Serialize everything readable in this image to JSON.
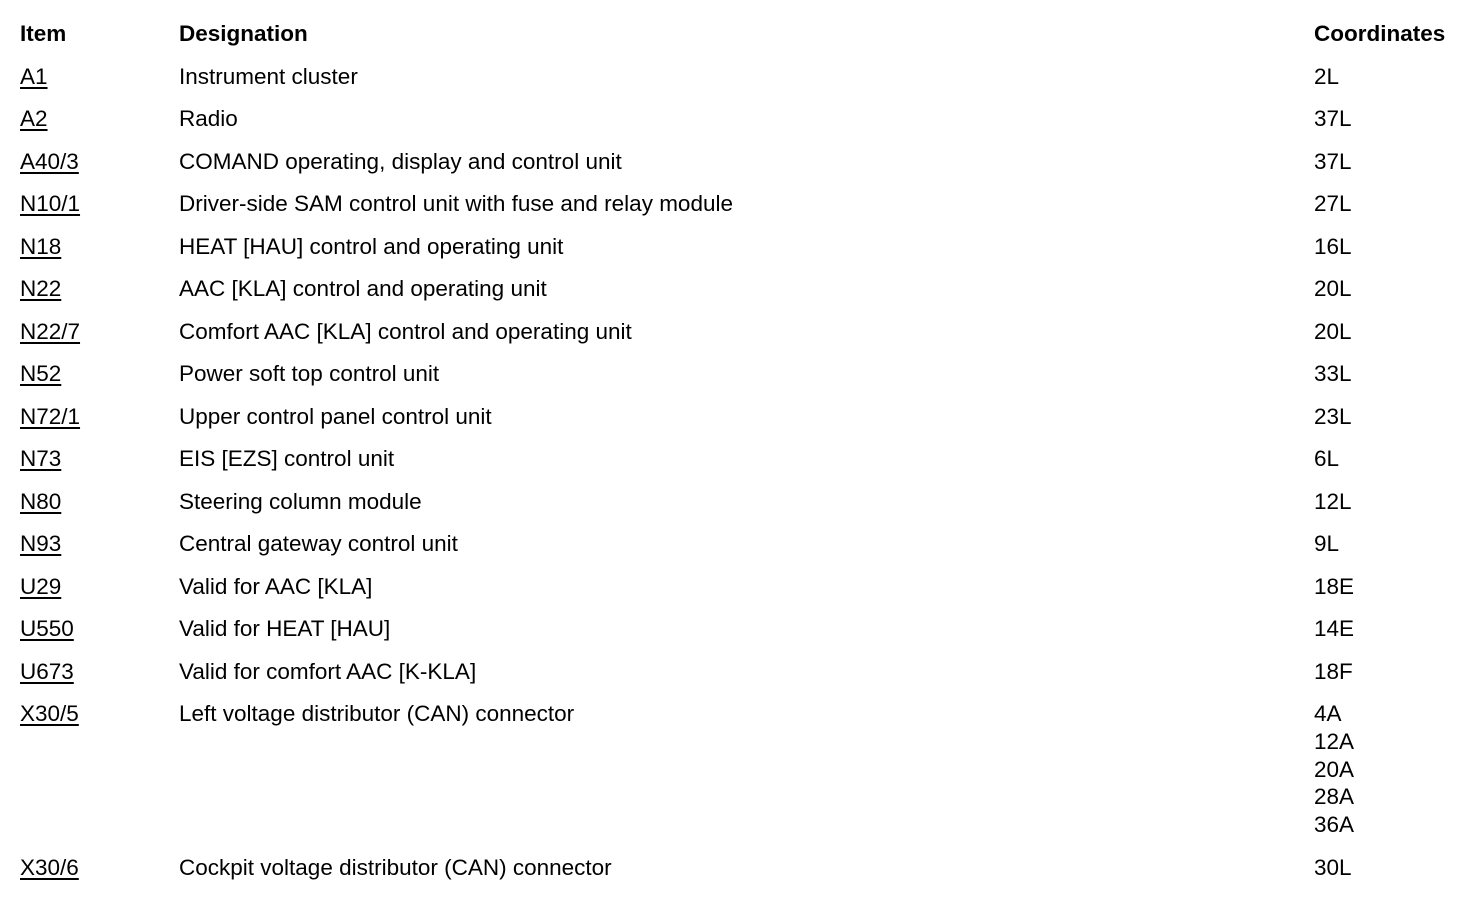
{
  "headers": {
    "item": "Item",
    "designation": "Designation",
    "coordinates": "Coordinates"
  },
  "rows": [
    {
      "item": "A1",
      "designation": "Instrument cluster",
      "coordinates": [
        "2L"
      ]
    },
    {
      "item": "A2",
      "designation": "Radio",
      "coordinates": [
        "37L"
      ]
    },
    {
      "item": "A40/3",
      "designation": "COMAND operating, display and control unit",
      "coordinates": [
        "37L"
      ]
    },
    {
      "item": "N10/1",
      "designation": "Driver-side SAM control unit with fuse and relay module",
      "coordinates": [
        "27L"
      ]
    },
    {
      "item": "N18",
      "designation": "HEAT [HAU] control and operating unit",
      "coordinates": [
        "16L"
      ]
    },
    {
      "item": "N22",
      "designation": "AAC [KLA] control and operating unit",
      "coordinates": [
        "20L"
      ]
    },
    {
      "item": "N22/7",
      "designation": "Comfort AAC [KLA] control and operating unit",
      "coordinates": [
        "20L"
      ]
    },
    {
      "item": "N52",
      "designation": "Power soft top control unit",
      "coordinates": [
        "33L"
      ]
    },
    {
      "item": "N72/1",
      "designation": "Upper control panel control unit",
      "coordinates": [
        "23L"
      ]
    },
    {
      "item": "N73",
      "designation": "EIS [EZS] control unit",
      "coordinates": [
        "6L"
      ]
    },
    {
      "item": "N80",
      "designation": "Steering column module",
      "coordinates": [
        "12L"
      ]
    },
    {
      "item": "N93",
      "designation": "Central gateway control unit",
      "coordinates": [
        "9L"
      ]
    },
    {
      "item": "U29",
      "designation": "Valid for AAC [KLA]",
      "coordinates": [
        "18E"
      ]
    },
    {
      "item": "U550",
      "designation": "Valid for HEAT [HAU]",
      "coordinates": [
        "14E"
      ]
    },
    {
      "item": "U673",
      "designation": "Valid for comfort AAC [K-KLA]",
      "coordinates": [
        "18F"
      ]
    },
    {
      "item": "X30/5",
      "designation": "Left voltage distributor (CAN) connector",
      "coordinates": [
        "4A",
        "12A",
        "20A",
        "28A",
        "36A"
      ]
    },
    {
      "item": "X30/6",
      "designation": "Cockpit voltage distributor (CAN) connector",
      "coordinates": [
        "30L"
      ]
    }
  ]
}
